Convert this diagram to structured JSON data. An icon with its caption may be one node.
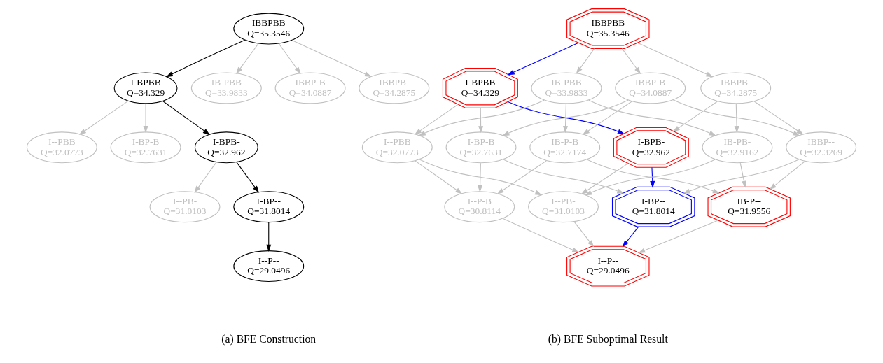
{
  "diagram": {
    "nodes": [
      {
        "text": [
          "IBBPBB",
          "Q=35.3546"
        ]
      },
      {
        "text": [
          "I-BPBB",
          "Q=34.329"
        ]
      },
      {
        "text": [
          "IB-PBB",
          "Q=33.9833"
        ]
      },
      {
        "text": [
          "IBBP-B",
          "Q=34.0887"
        ]
      },
      {
        "text": [
          "IBBPB-",
          "Q=34.2875"
        ]
      },
      {
        "text": [
          "I--PBB",
          "Q=32.0773"
        ]
      },
      {
        "text": [
          "I-BP-B",
          "Q=32.7631"
        ]
      },
      {
        "text": [
          "I-BPB-",
          "Q=32.962"
        ]
      },
      {
        "text": [
          "I--PB-",
          "Q=31.0103"
        ]
      },
      {
        "text": [
          "I-BP--",
          "Q=31.8014"
        ]
      },
      {
        "text": [
          "I--P--",
          "Q=29.0496"
        ]
      },
      {
        "text": [
          "IBBPBB",
          "Q=35.3546"
        ]
      },
      {
        "text": [
          "I-BPBB",
          "Q=34.329"
        ]
      },
      {
        "text": [
          "IB-PBB",
          "Q=33.9833"
        ]
      },
      {
        "text": [
          "IBBP-B",
          "Q=34.0887"
        ]
      },
      {
        "text": [
          "IBBPB-",
          "Q=34.2875"
        ]
      },
      {
        "text": [
          "I--PBB",
          "Q=32.0773"
        ]
      },
      {
        "text": [
          "I-BP-B",
          "Q=32.7631"
        ]
      },
      {
        "text": [
          "IB-P-B",
          "Q=32.7174"
        ]
      },
      {
        "text": [
          "I-BPB-",
          "Q=32.962"
        ]
      },
      {
        "text": [
          "IB-PB-",
          "Q=32.9162"
        ]
      },
      {
        "text": [
          "IBBP--",
          "Q=32.3269"
        ]
      },
      {
        "text": [
          "I--P-B",
          "Q=30.8114"
        ]
      },
      {
        "text": [
          "I--PB-",
          "Q=31.0103"
        ]
      },
      {
        "text": [
          "I-BP--",
          "Q=31.8014"
        ]
      },
      {
        "text": [
          "IB-P--",
          "Q=31.9556"
        ]
      },
      {
        "text": [
          "I--P--",
          "Q=29.0496"
        ]
      }
    ],
    "edges": [
      {
        "from": 0,
        "to": 1,
        "arrow": "to",
        "color": "#000000"
      },
      {
        "from": 0,
        "to": 2,
        "arrow": "to"
      },
      {
        "from": 0,
        "to": 3,
        "arrow": "to"
      },
      {
        "from": 0,
        "to": 4,
        "arrow": "to"
      },
      {
        "from": 1,
        "to": 5,
        "arrow": "to"
      },
      {
        "from": 1,
        "to": 6,
        "arrow": "to"
      },
      {
        "from": 1,
        "to": 7,
        "arrow": "to",
        "color": "#000000"
      },
      {
        "from": 7,
        "to": 8,
        "arrow": "to"
      },
      {
        "from": 7,
        "to": 9,
        "arrow": "to",
        "color": "#000000"
      },
      {
        "from": 9,
        "to": 10,
        "arrow": "to",
        "color": "#000000"
      },
      {
        "from": 11,
        "to": 12,
        "arrow": "to",
        "color": "#0000ff"
      },
      {
        "from": 11,
        "to": 13,
        "arrow": "to"
      },
      {
        "from": 11,
        "to": 14,
        "arrow": "to"
      },
      {
        "from": 11,
        "to": 15,
        "arrow": "to"
      },
      {
        "from": 12,
        "to": 16,
        "arrow": "to"
      },
      {
        "from": 12,
        "to": 17,
        "arrow": "to"
      },
      {
        "from": 12,
        "to": 19,
        "arrow": "to",
        "color": "#0000ff"
      },
      {
        "from": 13,
        "to": 16,
        "arrow": "to"
      },
      {
        "from": 13,
        "to": 18,
        "arrow": "to"
      },
      {
        "from": 13,
        "to": 20,
        "arrow": "to"
      },
      {
        "from": 14,
        "to": 17,
        "arrow": "to"
      },
      {
        "from": 14,
        "to": 18,
        "arrow": "to"
      },
      {
        "from": 14,
        "to": 21,
        "arrow": "to"
      },
      {
        "from": 15,
        "to": 19,
        "arrow": "to"
      },
      {
        "from": 15,
        "to": 20,
        "arrow": "to"
      },
      {
        "from": 15,
        "to": 21,
        "arrow": "to"
      },
      {
        "from": 16,
        "to": 22,
        "arrow": "to"
      },
      {
        "from": 16,
        "to": 23,
        "arrow": "to"
      },
      {
        "from": 17,
        "to": 22,
        "arrow": "to"
      },
      {
        "from": 17,
        "to": 24,
        "arrow": "to"
      },
      {
        "from": 18,
        "to": 22,
        "arrow": "to"
      },
      {
        "from": 18,
        "to": 25,
        "arrow": "to"
      },
      {
        "from": 19,
        "to": 23,
        "arrow": "to"
      },
      {
        "from": 19,
        "to": 24,
        "arrow": "to",
        "color": "#0000ff"
      },
      {
        "from": 20,
        "to": 23,
        "arrow": "to"
      },
      {
        "from": 20,
        "to": 25,
        "arrow": "to"
      },
      {
        "from": 21,
        "to": 24,
        "arrow": "to"
      },
      {
        "from": 21,
        "to": 25,
        "arrow": "to"
      },
      {
        "from": 22,
        "to": 26,
        "arrow": "to"
      },
      {
        "from": 23,
        "to": 26,
        "arrow": "to"
      },
      {
        "from": 24,
        "to": 26,
        "arrow": "to",
        "color": "#0000ff"
      },
      {
        "from": 25,
        "to": 26,
        "arrow": "to"
      }
    ],
    "labels": [
      "(a) BFE Construction",
      "(b) BFE Suboptimal Result"
    ]
  }
}
